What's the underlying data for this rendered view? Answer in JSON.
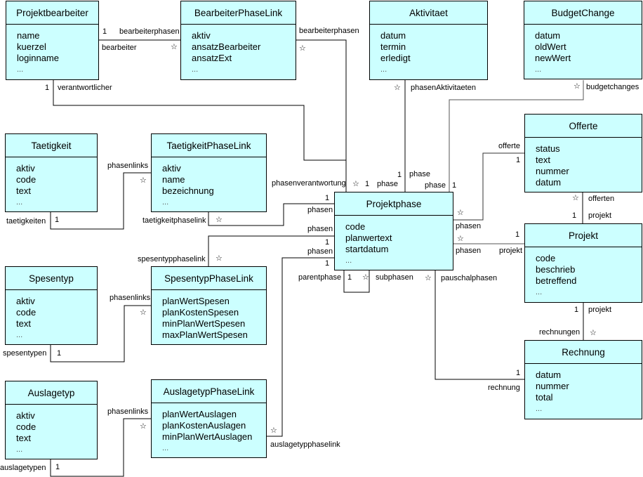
{
  "classes": {
    "projektbearbeiter": {
      "name": "Projektbearbeiter",
      "attrs": [
        "name",
        "kuerzel",
        "loginname"
      ],
      "more": "..."
    },
    "bearbeiterPhaseLink": {
      "name": "BearbeiterPhaseLink",
      "attrs": [
        "aktiv",
        "ansatzBearbeiter",
        "ansatzExt"
      ],
      "more": "..."
    },
    "aktivitaet": {
      "name": "Aktivitaet",
      "attrs": [
        "datum",
        "termin",
        "erledigt"
      ],
      "more": "..."
    },
    "budgetChange": {
      "name": "BudgetChange",
      "attrs": [
        "datum",
        "oldWert",
        "newWert"
      ],
      "more": "..."
    },
    "taetigkeit": {
      "name": "Taetigkeit",
      "attrs": [
        "aktiv",
        "code",
        "text"
      ],
      "more": "..."
    },
    "taetigkeitPhaseLink": {
      "name": "TaetigkeitPhaseLink",
      "attrs": [
        "aktiv",
        "name",
        "bezeichnung"
      ],
      "more": "..."
    },
    "offerte": {
      "name": "Offerte",
      "attrs": [
        "status",
        "text",
        "nummer",
        "datum"
      ],
      "more": ""
    },
    "projektphase": {
      "name": "Projektphase",
      "attrs": [
        "code",
        "planwertext",
        "startdatum"
      ],
      "more": "..."
    },
    "projekt": {
      "name": "Projekt",
      "attrs": [
        "code",
        "beschrieb",
        "betreffend"
      ],
      "more": "..."
    },
    "spesentyp": {
      "name": "Spesentyp",
      "attrs": [
        "aktiv",
        "code",
        "text"
      ],
      "more": "..."
    },
    "spesentypPhaseLink": {
      "name": "SpesentypPhaseLink",
      "attrs": [
        "planWertSpesen",
        "planKostenSpesen",
        "minPlanWertSpesen",
        "maxPlanWertSpesen"
      ],
      "more": ""
    },
    "rechnung": {
      "name": "Rechnung",
      "attrs": [
        "datum",
        "nummer",
        "total"
      ],
      "more": "..."
    },
    "auslagetyp": {
      "name": "Auslagetyp",
      "attrs": [
        "aktiv",
        "code",
        "text"
      ],
      "more": "..."
    },
    "auslagetypPhaseLink": {
      "name": "AuslagetypPhaseLink",
      "attrs": [
        "planWertAuslagen",
        "planKostenAuslagen",
        "minPlanWertAuslagen"
      ],
      "more": "..."
    }
  },
  "labels": {
    "one": "1",
    "many": "☆",
    "bearbeiterphasen": "bearbeiterphasen",
    "bearbeiter": "bearbeiter",
    "verantwortlicher": "verantwortlicher",
    "phasenAktivitaeten": "phasenAktivitaeten",
    "budgetchanges": "budgetchanges",
    "phasenlinks": "phasenlinks",
    "taetigkeiten": "taetigkeiten",
    "taetigkeitphaselink": "taetigkeitphaselink",
    "phasenverantwortung": "phasenverantwortung",
    "phase": "phase",
    "phasen": "phasen",
    "offerte": "offerte",
    "offerten": "offerten",
    "projekt": "projekt",
    "spesentypphaselink": "spesentypphaselink",
    "spesentypen": "spesentypen",
    "parentphase": "parentphase",
    "subphasen": "subphasen",
    "pauschalphasen": "pauschalphasen",
    "rechnungen": "rechnungen",
    "rechnung": "rechnung",
    "auslagetypphaselink": "auslagetypphaselink",
    "auslagetypen": "auslagetypen"
  }
}
